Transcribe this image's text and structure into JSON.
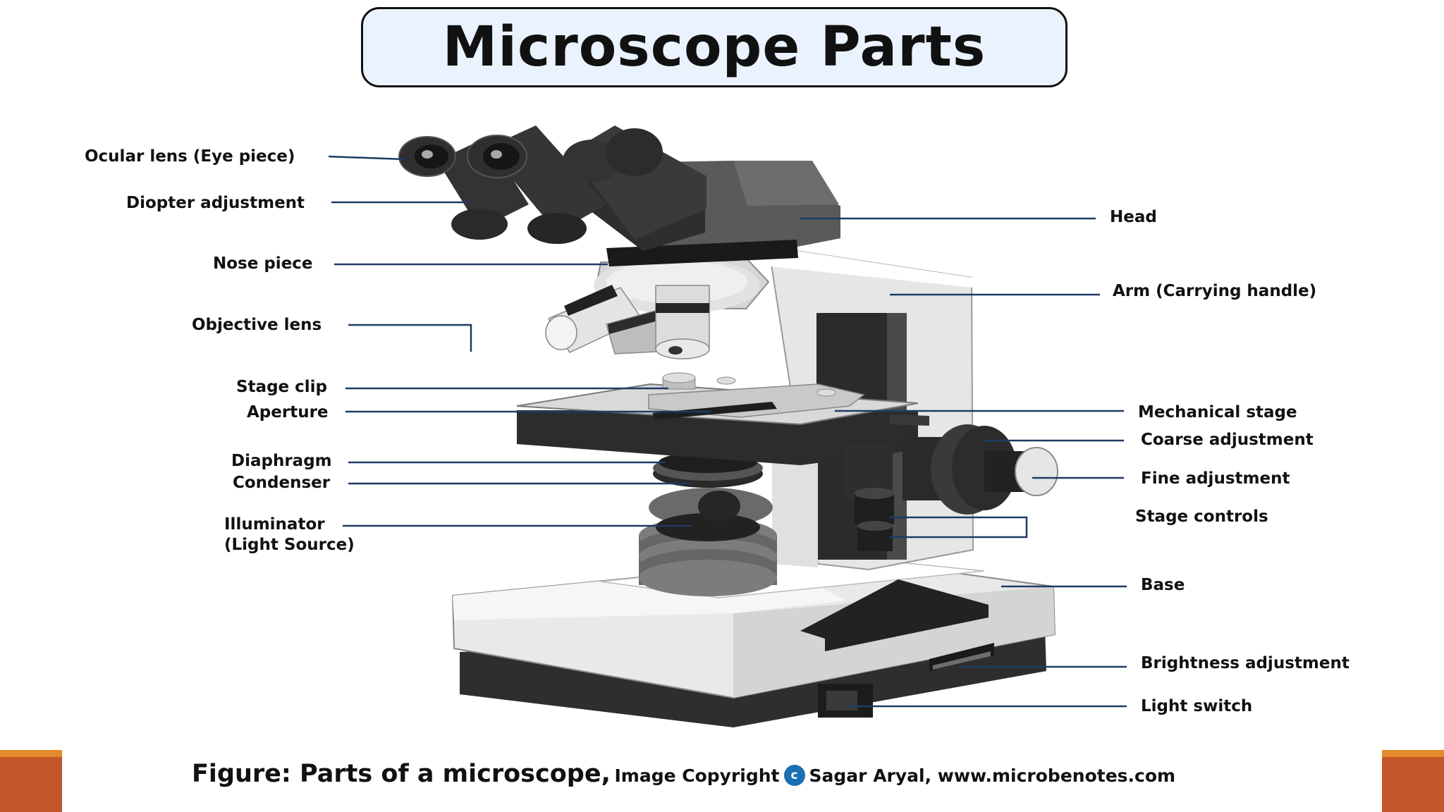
{
  "title": "Microscope Parts",
  "labels_left": [
    {
      "id": "ocular-lens",
      "text": "Ocular lens (Eye piece)"
    },
    {
      "id": "diopter-adjustment",
      "text": "Diopter adjustment"
    },
    {
      "id": "nose-piece",
      "text": "Nose piece"
    },
    {
      "id": "objective-lens",
      "text": "Objective lens"
    },
    {
      "id": "stage-clip",
      "text": "Stage clip"
    },
    {
      "id": "aperture",
      "text": "Aperture"
    },
    {
      "id": "diaphragm",
      "text": "Diaphragm"
    },
    {
      "id": "condenser",
      "text": "Condenser"
    },
    {
      "id": "illuminator",
      "text": "Illuminator"
    },
    {
      "id": "light-source",
      "text": "(Light Source)"
    }
  ],
  "labels_right": [
    {
      "id": "head",
      "text": "Head"
    },
    {
      "id": "arm",
      "text": "Arm (Carrying handle)"
    },
    {
      "id": "mechanical-stage",
      "text": "Mechanical stage"
    },
    {
      "id": "coarse-adjustment",
      "text": "Coarse adjustment"
    },
    {
      "id": "fine-adjustment",
      "text": "Fine adjustment"
    },
    {
      "id": "stage-controls",
      "text": "Stage controls"
    },
    {
      "id": "base",
      "text": "Base"
    },
    {
      "id": "brightness-adjustment",
      "text": "Brightness adjustment"
    },
    {
      "id": "light-switch",
      "text": "Light switch"
    }
  ],
  "caption": {
    "main": "Figure: Parts of a microscope,",
    "copyright_prefix": "Image Copyright",
    "copyright_symbol": "c",
    "credit": "Sagar Aryal, www.microbenotes.com"
  },
  "colors": {
    "leader_line": "#1f3a66",
    "title_fill": "#eaf3fd",
    "accent_orange": "#c4562b",
    "copyright_badge": "#1a6fb3"
  }
}
